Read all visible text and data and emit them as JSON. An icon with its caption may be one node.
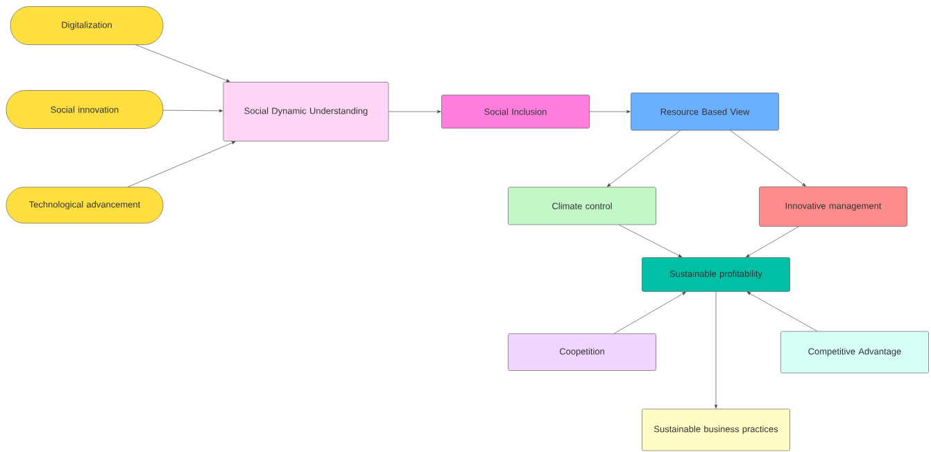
{
  "diagram": {
    "nodes": [
      {
        "text": [
          "Digitalization"
        ]
      },
      {
        "text": [
          "Social innovation"
        ]
      },
      {
        "text": [
          "Technological advancement"
        ]
      },
      {
        "text": [
          "Social Dynamic Understanding"
        ]
      },
      {
        "text": [
          "Social Inclusion"
        ]
      },
      {
        "text": [
          "Resource Based View"
        ]
      },
      {
        "text": [
          "Climate control"
        ]
      },
      {
        "text": [
          "Innovative management"
        ]
      },
      {
        "text": [
          "Sustainable profitability"
        ]
      },
      {
        "text": [
          "Coopetition"
        ]
      },
      {
        "text": [
          "Competitive Advantage"
        ]
      },
      {
        "text": [
          "Sustainable business practices"
        ]
      }
    ],
    "edges": [
      {
        "from": 0,
        "to": 3,
        "arrow": "to"
      },
      {
        "from": 1,
        "to": 3,
        "arrow": "to"
      },
      {
        "from": 2,
        "to": 3,
        "arrow": "to"
      },
      {
        "from": 3,
        "to": 4,
        "arrow": "to"
      },
      {
        "from": 4,
        "to": 5,
        "arrow": "to"
      },
      {
        "from": 5,
        "to": 6,
        "arrow": "to"
      },
      {
        "from": 5,
        "to": 7,
        "arrow": "to"
      },
      {
        "from": 6,
        "to": 8,
        "arrow": "to"
      },
      {
        "from": 7,
        "to": 8,
        "arrow": "to"
      },
      {
        "from": 9,
        "to": 8,
        "arrow": "to"
      },
      {
        "from": 10,
        "to": 8,
        "arrow": "to"
      },
      {
        "from": 8,
        "to": 11,
        "arrow": "to"
      }
    ]
  }
}
